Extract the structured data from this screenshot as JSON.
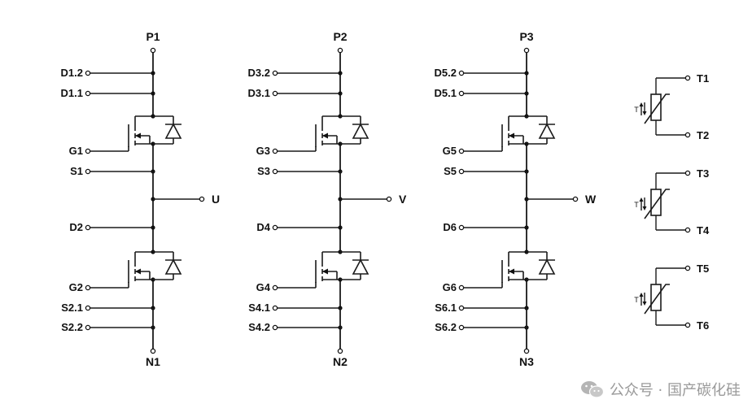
{
  "legs": [
    {
      "top": "P1",
      "bottom": "N1",
      "out": "U",
      "d_top": [
        "D1.2",
        "D1.1"
      ],
      "g_high": "G1",
      "s_high": "S1",
      "d_low": "D2",
      "g_low": "G2",
      "s_low": [
        "S2.1",
        "S2.2"
      ]
    },
    {
      "top": "P2",
      "bottom": "N2",
      "out": "V",
      "d_top": [
        "D3.2",
        "D3.1"
      ],
      "g_high": "G3",
      "s_high": "S3",
      "d_low": "D4",
      "g_low": "G4",
      "s_low": [
        "S4.1",
        "S4.2"
      ]
    },
    {
      "top": "P3",
      "bottom": "N3",
      "out": "W",
      "d_top": [
        "D5.2",
        "D5.1"
      ],
      "g_high": "G5",
      "s_high": "S5",
      "d_low": "D6",
      "g_low": "G6",
      "s_low": [
        "S6.1",
        "S6.2"
      ]
    }
  ],
  "thermistors": [
    {
      "t1": "T1",
      "t2": "T2",
      "symbol": "T"
    },
    {
      "t1": "T3",
      "t2": "T4",
      "symbol": "T"
    },
    {
      "t1": "T5",
      "t2": "T6",
      "symbol": "T"
    }
  ],
  "watermark": {
    "text": "公众号 · 国产碳化硅",
    "icon": "wechat-icon",
    "color": "#9a9a9a"
  }
}
